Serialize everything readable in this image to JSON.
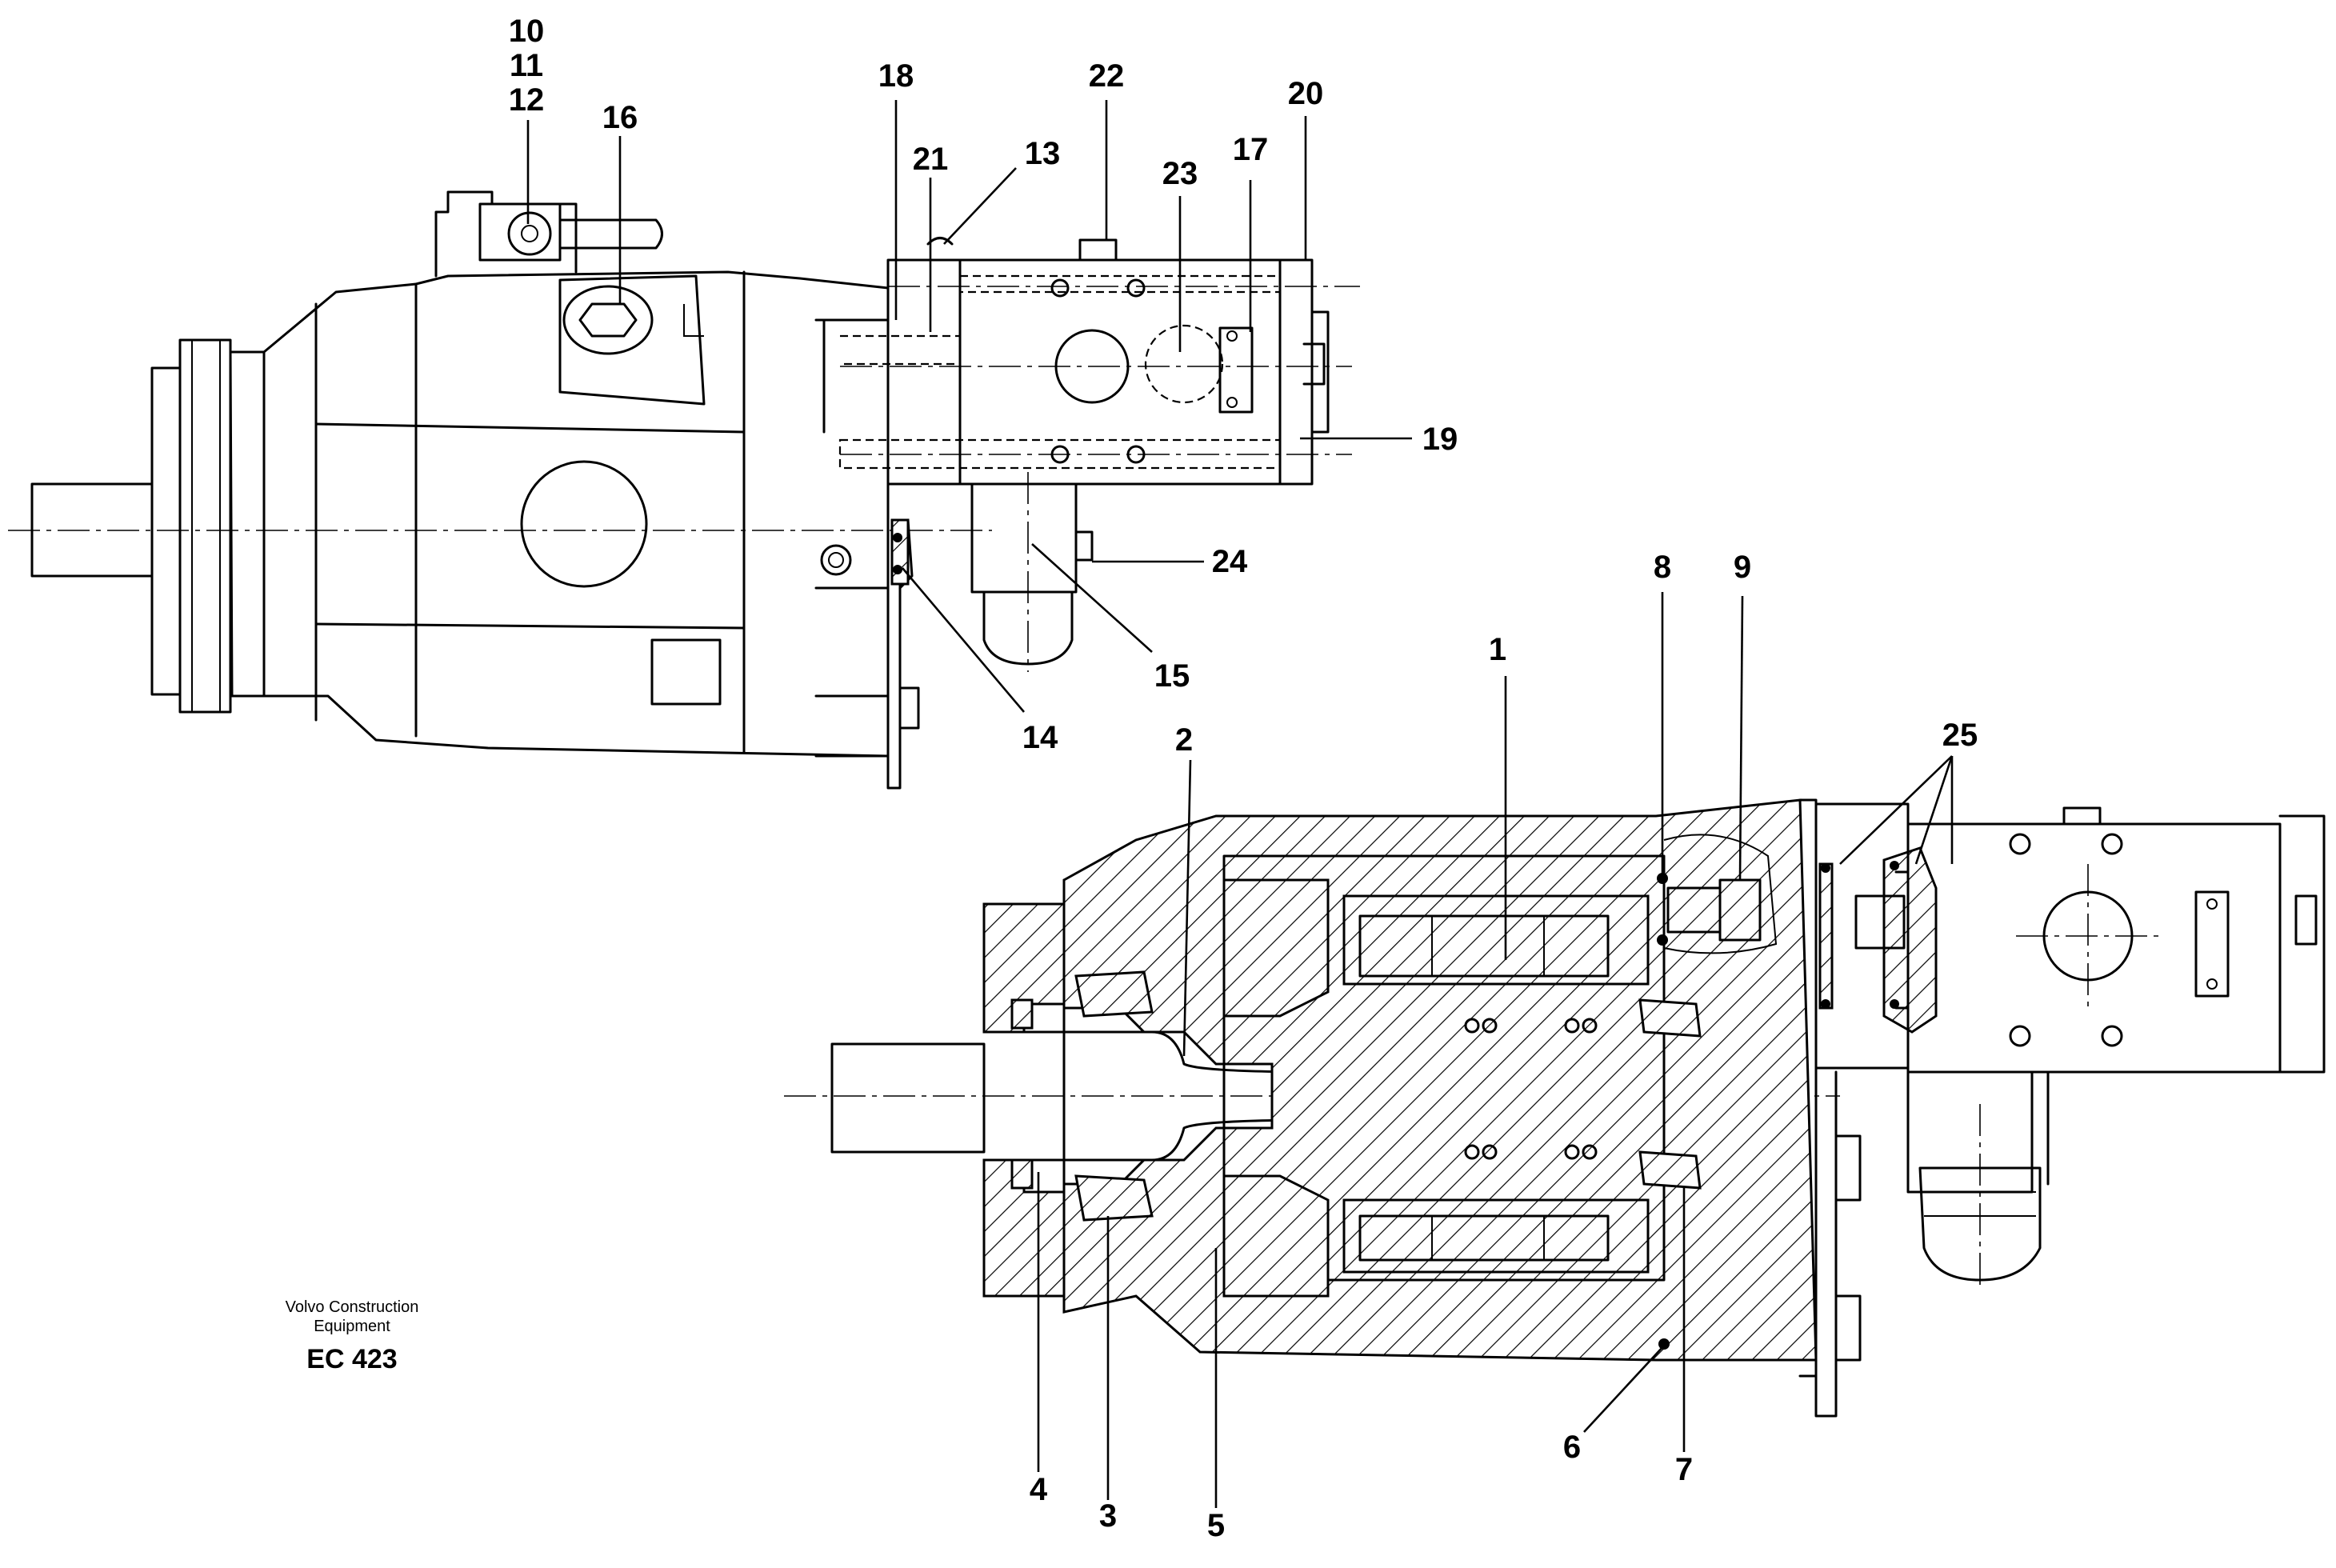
{
  "callouts": [
    "1",
    "2",
    "3",
    "4",
    "5",
    "6",
    "7",
    "8",
    "9",
    "10",
    "11",
    "12",
    "13",
    "14",
    "15",
    "16",
    "17",
    "18",
    "19",
    "20",
    "21",
    "22",
    "23",
    "24",
    "25"
  ],
  "caption": {
    "line1": "Volvo Construction",
    "line2": "Equipment",
    "code": "EC 423"
  }
}
